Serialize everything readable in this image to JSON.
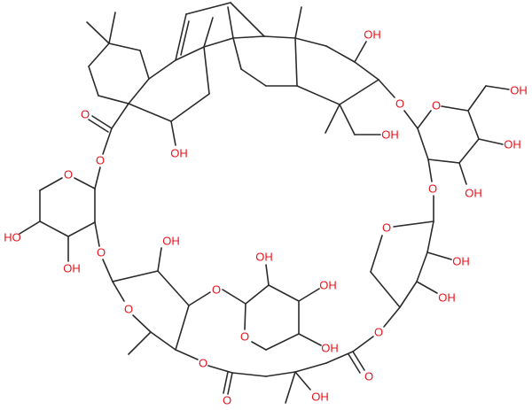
{
  "molecule": {
    "atom_labels": {
      "oxygen": "O",
      "hydroxyl": "OH",
      "hydroxyl_left": "HO"
    },
    "colors": {
      "bond": "#2b2b2b",
      "heteroatom": "#e8141b"
    }
  }
}
